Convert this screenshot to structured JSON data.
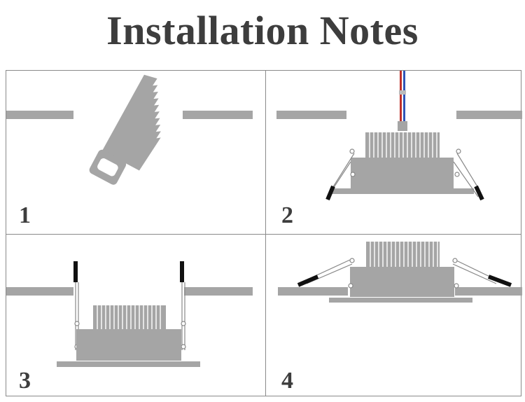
{
  "title": "Installation Notes",
  "steps": [
    {
      "number": "1",
      "depicts": "saw-icon"
    },
    {
      "number": "2",
      "depicts": "downlight-with-wires"
    },
    {
      "number": "3",
      "depicts": "downlight-inserted"
    },
    {
      "number": "4",
      "depicts": "downlight-installed"
    }
  ],
  "colors": {
    "gray": "#a5a5a5",
    "text": "#3d3d3d",
    "border": "#8a8a8a",
    "wire_red": "#c0302a",
    "wire_blue": "#2e55b8",
    "spring_black": "#111111"
  }
}
